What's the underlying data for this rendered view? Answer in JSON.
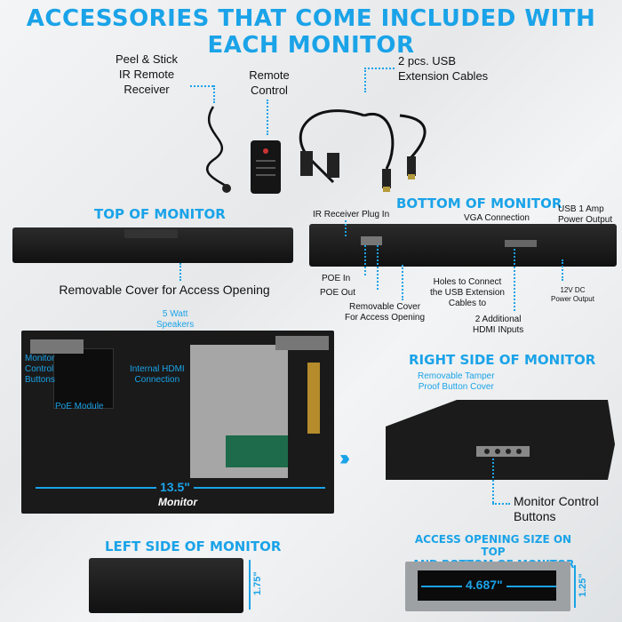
{
  "title": "ACCESSORIES THAT COME INCLUDED WITH EACH MONITOR",
  "accessories": {
    "ir_receiver": "Peel & Stick\nIR Remote\nReceiver",
    "remote": "Remote\nControl",
    "usb_cables": "2 pcs. USB\nExtension Cables"
  },
  "top_monitor": {
    "heading": "TOP OF MONITOR",
    "cover_label": "Removable Cover for Access Opening"
  },
  "bottom_monitor": {
    "heading": "BOTTOM OF MONITOR",
    "ir_plug": "IR Receiver Plug In",
    "vga": "VGA Connection",
    "usb_power": "USB 1 Amp\nPower Output",
    "poe_in": "POE In",
    "poe_out": "POE Out",
    "cover": "Removable Cover\nFor Access Opening",
    "holes": "Holes to Connect\nthe USB Extension\nCables to",
    "hdmi": "2 Additional\nHDMI INputs",
    "dc": "12V DC\nPower Output"
  },
  "interior": {
    "speakers": "5 Watt\nSpeakers",
    "control_buttons": "Monitor\nControl\nButtons",
    "hdmi": "Internal HDMI\nConnection",
    "poe_module": "PoE Module",
    "width": "13.5\"",
    "logo": "Monitor"
  },
  "right_side": {
    "heading": "RIGHT SIDE OF MONITOR",
    "tamper": "Removable Tamper\nProof Button Cover",
    "buttons": "Monitor Control\nButtons"
  },
  "left_side": {
    "heading": "LEFT SIDE OF MONITOR",
    "height": "1.75\""
  },
  "access_opening": {
    "heading": "ACCESS OPENING SIZE ON TOP\nAND BOTTOM OF MONITOR",
    "width": "4.687\"",
    "height": "1.25\""
  },
  "colors": {
    "accent": "#1aa3e8",
    "dark": "#111111"
  }
}
